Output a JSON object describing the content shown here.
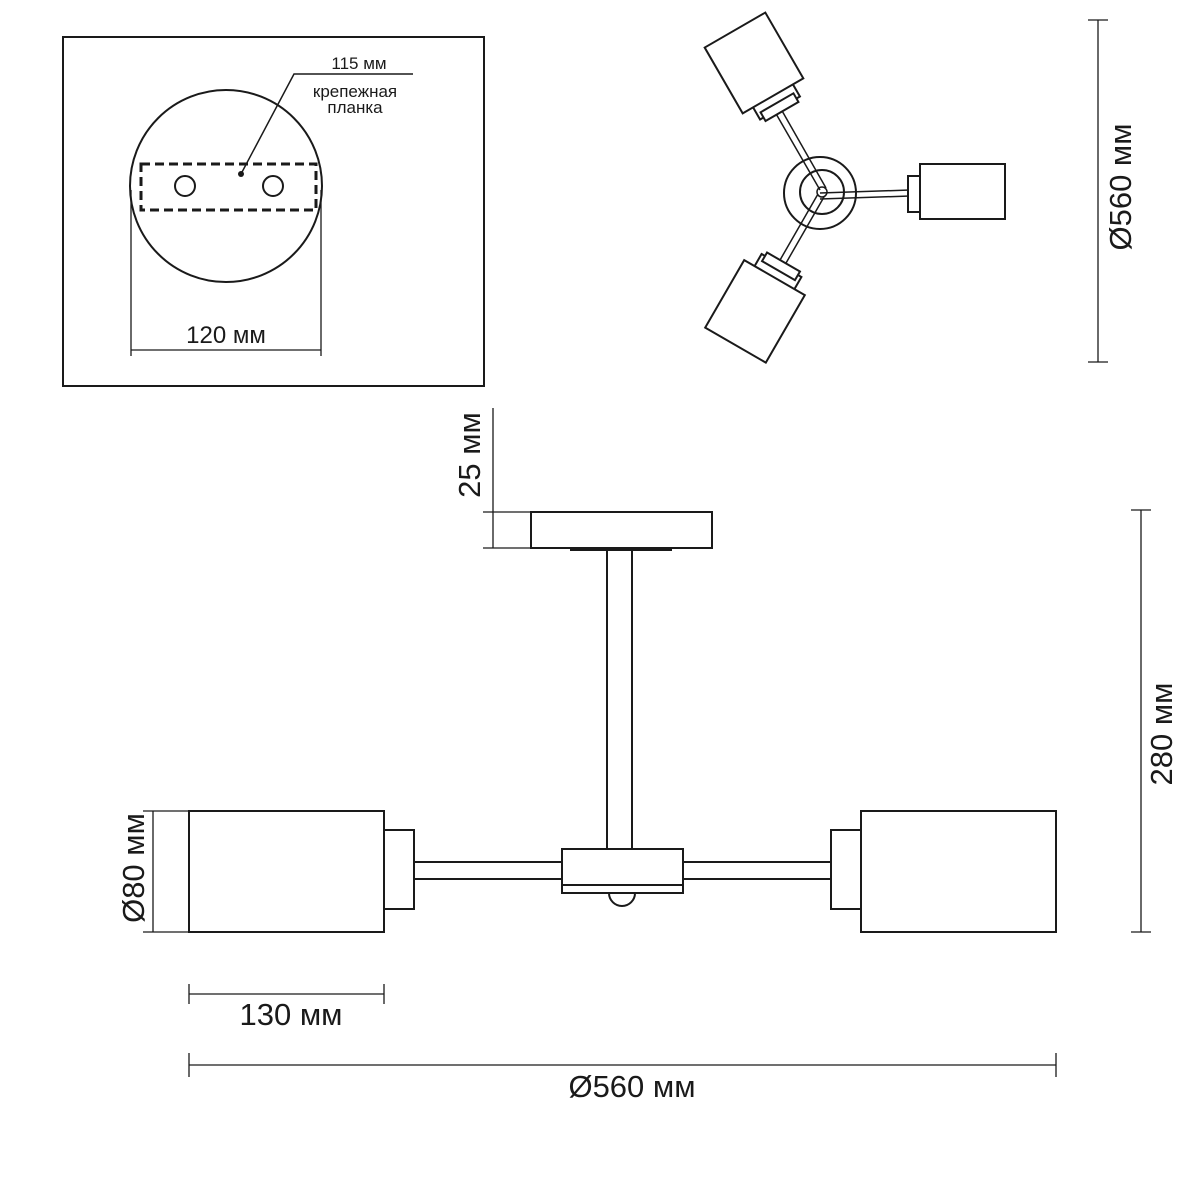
{
  "mount_plate": {
    "bracket_width_label": "115 мм",
    "bracket_name_line1": "крепежная",
    "bracket_name_line2": "планка",
    "plate_diameter_label": "120 мм"
  },
  "top_view": {
    "diameter_label": "Ø560 мм"
  },
  "side_view": {
    "canopy_height_label": "25 мм",
    "total_height_label": "280 мм",
    "shade_diameter_label": "Ø80 мм",
    "shade_length_label": "130 мм",
    "overall_diameter_label": "Ø560 мм"
  }
}
